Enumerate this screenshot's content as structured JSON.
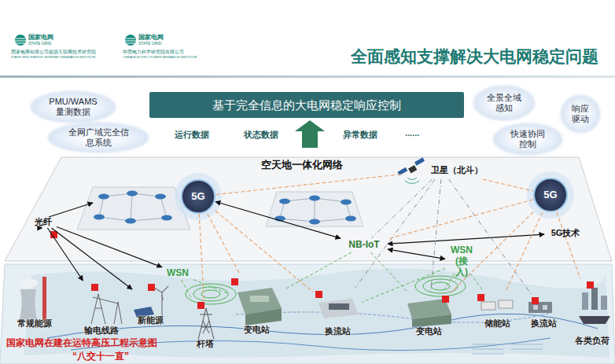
{
  "diagram": {
    "title": "全面感知支撑解决大电网稳定问题",
    "nodes": [
      {
        "text": [
          "PMU/WAMS 量测数据"
        ]
      },
      {
        "text": [
          "全网广域完全信 息系统"
        ]
      },
      {
        "text": [
          "基于完全信息的大电网稳定响应控制"
        ]
      },
      {
        "text": [
          "全景全域 感知"
        ]
      },
      {
        "text": [
          "响应 驱动"
        ]
      },
      {
        "text": [
          "快速协同 控制"
        ]
      },
      {
        "text": [
          "卫星（北斗）"
        ]
      },
      {
        "text": [
          "光纤"
        ]
      },
      {
        "text": [
          "5G"
        ]
      },
      {
        "text": [
          "5G"
        ]
      },
      {
        "text": [
          "NB-IoT"
        ]
      },
      {
        "text": [
          "WSN"
        ]
      },
      {
        "text": [
          "WSN (接入)"
        ]
      },
      {
        "text": [
          "5G技术"
        ]
      },
      {
        "text": [
          "常规能源"
        ]
      },
      {
        "text": [
          "输电线路"
        ]
      },
      {
        "text": [
          "新能源"
        ]
      },
      {
        "text": [
          "杆塔"
        ]
      },
      {
        "text": [
          "变电站"
        ]
      },
      {
        "text": [
          "换流站"
        ]
      },
      {
        "text": [
          "变电站"
        ]
      },
      {
        "text": [
          "储能站"
        ]
      },
      {
        "text": [
          "换流站"
        ]
      },
      {
        "text": [
          "各类负荷"
        ]
      }
    ],
    "edges": [
      {
        "from": 7,
        "to": 14,
        "arrow": "to"
      },
      {
        "from": 7,
        "to": 15,
        "arrow": "to"
      },
      {
        "from": 7,
        "to": 16,
        "arrow": "to"
      },
      {
        "from": 7,
        "to": 11,
        "arrow": "to"
      },
      {
        "from": 8,
        "to": 10,
        "arrow": "both"
      },
      {
        "from": 10,
        "to": 12,
        "arrow": "both"
      },
      {
        "from": 10,
        "to": 13,
        "arrow": "both"
      },
      {
        "from": 6,
        "to": 8,
        "arrow": "none"
      },
      {
        "from": 6,
        "to": 10,
        "arrow": "none"
      },
      {
        "from": 6,
        "to": 19,
        "arrow": "none"
      },
      {
        "from": 6,
        "to": 20,
        "arrow": "none"
      },
      {
        "from": 6,
        "to": 22,
        "arrow": "none"
      },
      {
        "from": 6,
        "to": 9,
        "arrow": "none"
      },
      {
        "from": 8,
        "to": 17,
        "arrow": "none"
      },
      {
        "from": 8,
        "to": 18,
        "arrow": "none"
      },
      {
        "from": 8,
        "to": 19,
        "arrow": "none"
      },
      {
        "from": 9,
        "to": 20,
        "arrow": "none"
      },
      {
        "from": 9,
        "to": 21,
        "arrow": "none"
      },
      {
        "from": 9,
        "to": 23,
        "arrow": "none"
      },
      {
        "from": 9,
        "to": 10,
        "arrow": "none"
      },
      {
        "from": 11,
        "to": 17,
        "arrow": "none"
      },
      {
        "from": 11,
        "to": 18,
        "arrow": "none"
      },
      {
        "from": 12,
        "to": 19,
        "arrow": "none"
      },
      {
        "from": 12,
        "to": 20,
        "arrow": "none"
      },
      {
        "from": 12,
        "to": 21,
        "arrow": "none"
      },
      {
        "from": 10,
        "to": 18,
        "arrow": "none"
      },
      {
        "from": 10,
        "to": 20,
        "arrow": "none"
      }
    ],
    "labels": [
      "国家电网",
      "STATE GRID",
      "国家电网有限公司能源互联网技术研究院",
      "STATE GRID ENERGY INTERNET RESEARCH INSTITUTE",
      "国家电网",
      "STATE GRID",
      "中国电力科学研究院有限公司",
      "CHINA ELECTRIC POWER RESEARCH INSTITUTE",
      "运行数据",
      "状态数据",
      "异常数据",
      "......",
      "空天地一体化网络",
      "国家电网在建在运特高压工程示意图",
      "“八交十一直”"
    ]
  }
}
